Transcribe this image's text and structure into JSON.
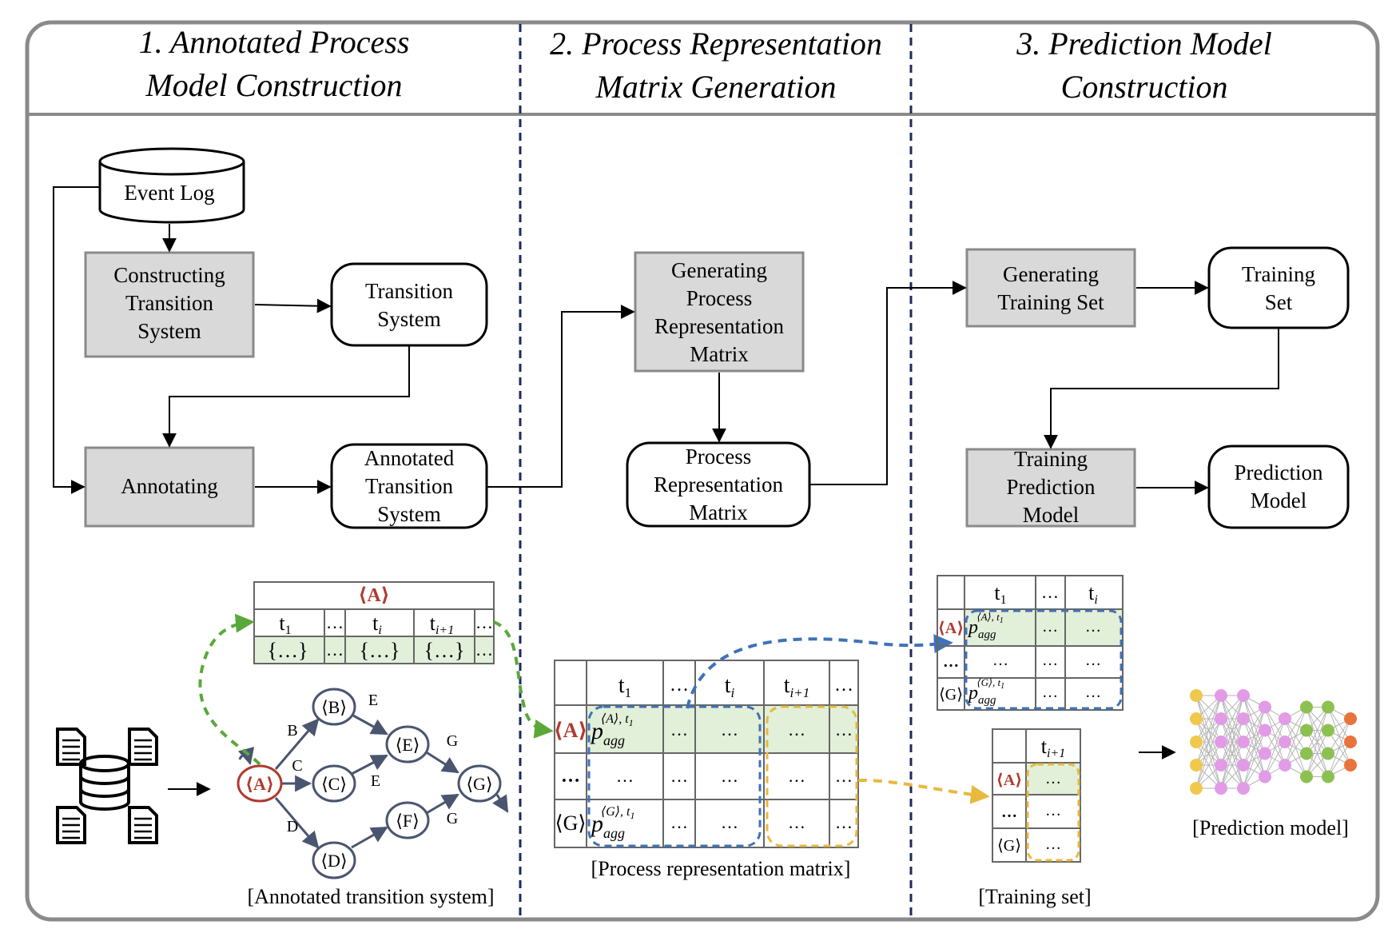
{
  "columns": [
    {
      "title_line1": "1. Annotated Process",
      "title_line2": "Model Construction"
    },
    {
      "title_line1": "2. Process Representation",
      "title_line2": "Matrix Generation"
    },
    {
      "title_line1": "3. Prediction Model",
      "title_line2": "Construction"
    }
  ],
  "flow": {
    "event_log": "Event Log",
    "constructing_ts": [
      "Constructing",
      "Transition",
      "System"
    ],
    "transition_system": [
      "Transition",
      "System"
    ],
    "annotating": "Annotating",
    "annotated_ts": [
      "Annotated",
      "Transition",
      "System"
    ],
    "generating_prm": [
      "Generating",
      "Process",
      "Representation",
      "Matrix"
    ],
    "prm": [
      "Process",
      "Representation",
      "Matrix"
    ],
    "generating_ts": [
      "Generating",
      "Training Set"
    ],
    "training_set": [
      "Training",
      "Set"
    ],
    "training_pm": [
      "Training",
      "Prediction",
      "Model"
    ],
    "prediction_model": [
      "Prediction",
      "Model"
    ]
  },
  "state_table": {
    "header": "⟨A⟩",
    "cols": [
      "t",
      "…",
      "t",
      "t",
      "…"
    ],
    "subs": [
      "1",
      "",
      "i",
      "i+1",
      ""
    ],
    "cells": [
      "{…}",
      "…",
      "{…}",
      "{…}",
      "…"
    ]
  },
  "transition_graph": {
    "states": [
      "⟨A⟩",
      "⟨B⟩",
      "⟨C⟩",
      "⟨D⟩",
      "⟨E⟩",
      "⟨F⟩",
      "⟨G⟩"
    ],
    "edge_labels": [
      "B",
      "C",
      "D",
      "E",
      "E",
      "G",
      "G"
    ],
    "caption": "[Annotated transition system]"
  },
  "matrix": {
    "col_headers": [
      "t",
      "…",
      "t",
      "t",
      "…"
    ],
    "col_subs": [
      "1",
      "",
      "i",
      "i+1",
      ""
    ],
    "row_headers": [
      "⟨A⟩",
      "…",
      "⟨G⟩"
    ],
    "p_base": "p",
    "p_sub": "agg",
    "p_sup_A": "⟨A⟩, t",
    "p_sup_G": "⟨G⟩, t",
    "p_sup_idx": "1",
    "ellipsis": "…",
    "caption": "[Process representation matrix]"
  },
  "train_top": {
    "col_headers": [
      "t",
      "…",
      "t"
    ],
    "col_subs": [
      "1",
      "",
      "i"
    ],
    "row_headers": [
      "⟨A⟩",
      "…",
      "⟨G⟩"
    ]
  },
  "train_bottom": {
    "col_header": "t",
    "col_sub": "i+1",
    "row_headers": [
      "⟨A⟩",
      "…",
      "⟨G⟩"
    ],
    "caption": "[Training set]"
  },
  "nn_caption": "[Prediction model]",
  "colors": {
    "accent_red": "#b03a2e",
    "box_gray": "#d9d9d9",
    "green_fill": "#e2efd9",
    "green_dash": "#5aa83a",
    "blue_dash": "#3f72b8",
    "yellow_dash": "#e8b93e",
    "node_stroke": "#4a5570"
  }
}
